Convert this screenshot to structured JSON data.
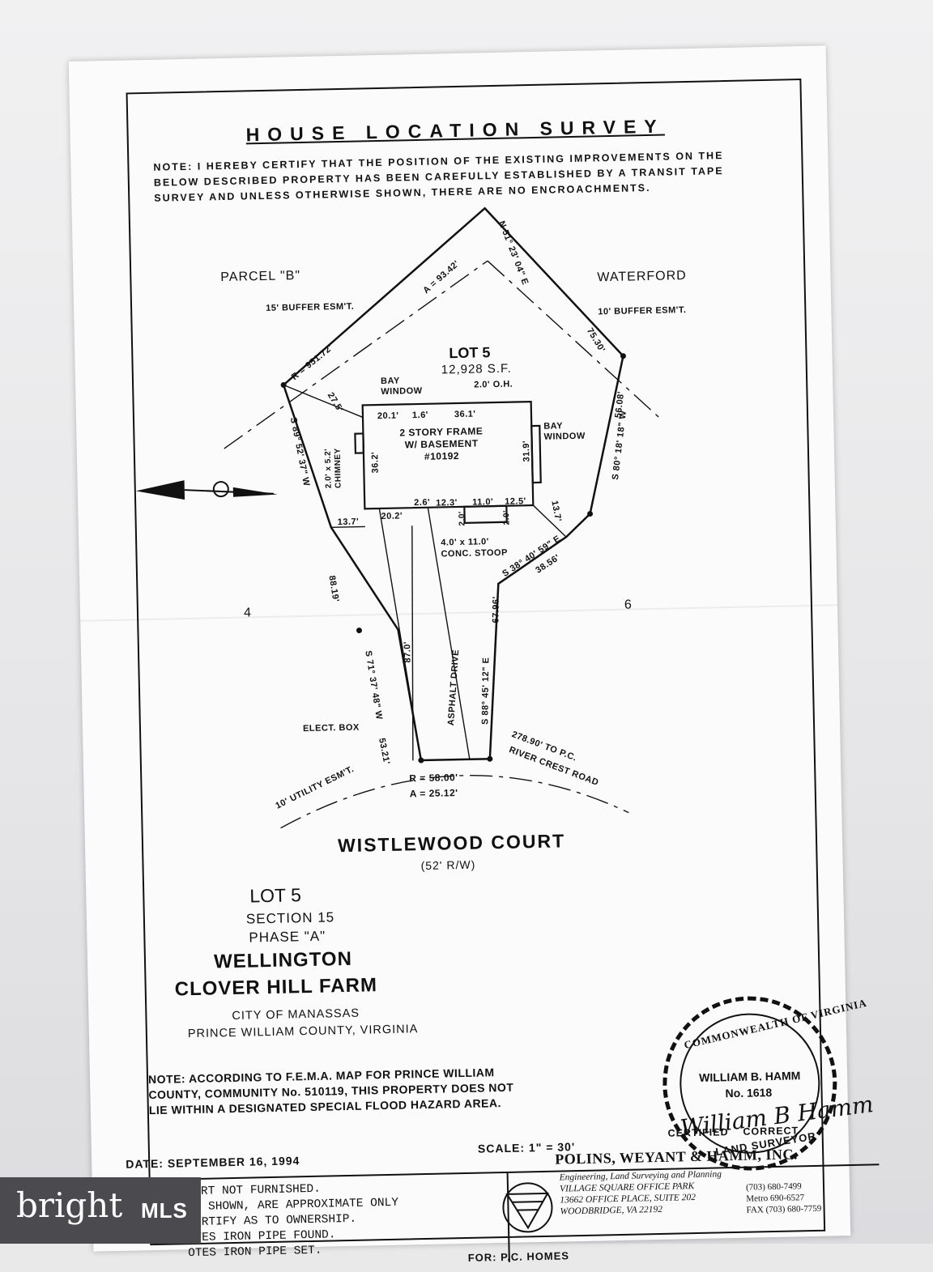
{
  "survey": {
    "title": "HOUSE LOCATION SURVEY",
    "certify_note": "NOTE: I HEREBY CERTIFY THAT THE POSITION OF THE EXISTING IMPROVEMENTS ON THE\nBELOW DESCRIBED PROPERTY HAS BEEN CAREFULLY ESTABLISHED BY A TRANSIT TAPE\nSURVEY AND UNLESS OTHERWISE SHOWN, THERE ARE NO ENCROACHMENTS."
  },
  "plat": {
    "parcel_b": "PARCEL \"B\"",
    "waterford": "WATERFORD",
    "buffer_15": "15' BUFFER ESM'T.",
    "buffer_10": "10' BUFFER ESM'T.",
    "lot": "LOT 5",
    "area": "12,928 S.F.",
    "arc_top": "A = 93.42'",
    "bearing_top": "N 51° 23' 04\" E",
    "dist_right_top": "75.30'",
    "radius_left": "R = 951.72'",
    "setback_275": "27.5'",
    "bay_window_top": "BAY\nWINDOW",
    "oh": "2.0' O.H.",
    "dim_201": "20.1'",
    "dim_16": "1.6'",
    "dim_361": "36.1'",
    "house_label": "2 STORY FRAME\nW/ BASEMENT\n#10192",
    "dim_362": "36.2'",
    "dim_319": "31.9'",
    "bay_window_right": "BAY\nWINDOW",
    "chimney": "2.0' x 5.2'\nCHIMNEY",
    "bearing_left_top": "S 89° 52' 37\" W",
    "dim_202": "20.2'",
    "dim_26": "2.6'",
    "dim_123": "12.3'",
    "dim_110": "11.0'",
    "dim_125": "12.5'",
    "dim_20a": "2.0'",
    "dim_20b": "2.0'",
    "dim_137a": "13.7'",
    "dim_137b": "13.7'",
    "stoop": "4.0' x 11.0'\nCONC. STOOP",
    "dist_5608": "56.08'",
    "bearing_right": "S 80° 18' 18\" W",
    "bearing_mid_right": "S 38° 40' 59\" E",
    "dist_3856": "38.56'",
    "dist_8819": "88.19'",
    "lot4": "4",
    "lot6": "6",
    "dist_6796": "67.96'",
    "bearing_left_low": "S 71° 37' 48\" W",
    "dist_870": "87.0'",
    "drive": "ASPHALT DRIVE",
    "bearing_right_low": "S 88° 45' 12\" E",
    "elect_box": "ELECT. BOX",
    "dist_5321": "53.21'",
    "to_pc": "278.90' TO P.C.",
    "river_crest": "RIVER CREST ROAD",
    "utility": "10' UTILITY ESM'T.",
    "radius_court": "R = 58.00'",
    "arc_court": "A = 25.12'"
  },
  "court": {
    "name": "WISTLEWOOD COURT",
    "rw": "(52' R/W)"
  },
  "legal": {
    "lot": "LOT 5",
    "section": "SECTION 15",
    "phase": "PHASE \"A\"",
    "sub1": "WELLINGTON",
    "sub2": "CLOVER HILL FARM",
    "city": "CITY OF MANASSAS",
    "county": "PRINCE WILLIAM COUNTY, VIRGINIA",
    "fema": "NOTE: ACCORDING TO F.E.M.A. MAP FOR PRINCE WILLIAM\nCOUNTY, COMMUNITY No. 510119, THIS PROPERTY DOES NOT\nLIE WITHIN A DESIGNATED SPECIAL FLOOD HAZARD AREA."
  },
  "seal": {
    "top": "COMMONWEALTH OF VIRGINIA",
    "name": "WILLIAM B. HAMM",
    "number": "No. 1618",
    "bottom": "LAND SURVEYOR",
    "signature": "William B Hamm",
    "certified": "CERTIFIED    CORRECT"
  },
  "footer": {
    "date": "DATE: SEPTEMBER 16, 1994",
    "scale": "SCALE:  1\" = 30'",
    "notes": "TITLE REPORT NOT FURNISHED.\nFENCES, IF SHOWN, ARE APPROXIMATE ONLY\n        CERTIFY AS TO OWNERSHIP.\n        OTES IRON PIPE FOUND.\n        OTES IRON PIPE SET.",
    "firm": "POLINS, WEYANT & HAMM, INC.",
    "firm_desc": "Engineering, Land Surveying and Planning\nVILLAGE SQUARE OFFICE PARK\n13662 OFFICE PLACE, SUITE 202\nWOODBRIDGE, VA 22192",
    "phones": "(703) 680-7499\nMetro 690-6527\nFAX (703) 680-7759",
    "for": "FOR: P.C. HOMES"
  },
  "watermark": {
    "brand": "bright",
    "mls": "MLS"
  }
}
